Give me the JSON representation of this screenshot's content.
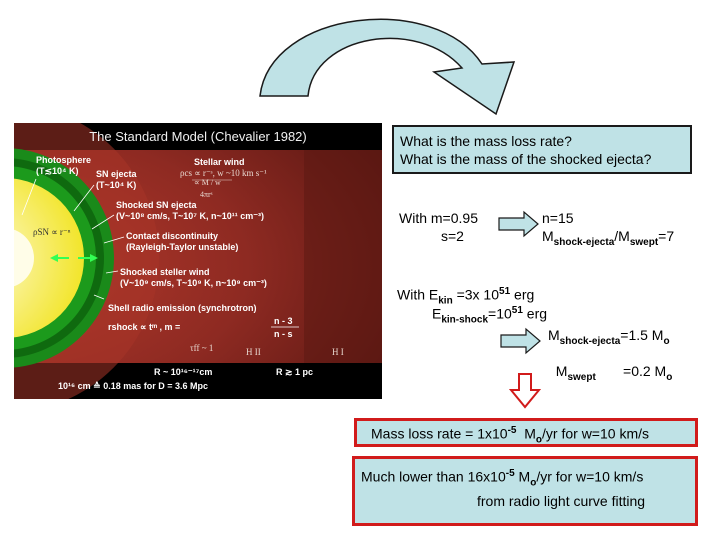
{
  "figure": {
    "title": "The Standard Model  (Chevalier 1982)",
    "photosphere": "Photosphere",
    "photosphere_t": "(T≲10⁴ K)",
    "sn_ejecta": "SN ejecta",
    "sn_ejecta_t": "(T~10⁴ K)",
    "stellar_wind": "Stellar wind",
    "stellar_wind_eq": "ρcs ∝ r⁻ˢ, w ~10 km s⁻¹",
    "stellar_wind_frac_num": "∝  M / w",
    "stellar_wind_frac_den": "4πrˢ",
    "shocked_ejecta": "Shocked SN ejecta",
    "shocked_ejecta_params": "(V~10⁸ cm/s, T~10⁷ K, n~10¹¹ cm⁻³)",
    "contact": "Contact discontinuity",
    "contact_sub": "(Rayleigh-Taylor unstable)",
    "rho_sn": "ρSN ∝ r⁻ⁿ",
    "shocked_wind": "Shocked steller wind",
    "shocked_wind_params": "(V~10⁹ cm/s, T~10⁹ K, n~10⁹ cm⁻³)",
    "shell_radio": "Shell radio emission (synchrotron)",
    "rshock": "rshock ∝ tᵐ ,  m =",
    "frac_num": "n - 3",
    "frac_den": "n - s",
    "tau_ff": "τff ~ 1",
    "hii": "H II",
    "hi": "H I",
    "radius": "R ~ 10¹⁶⁻¹⁷cm",
    "radius_pc": "R ≳ 1 pc",
    "scale": "10¹⁶ cm ≙ 0.18 mas  for D = 3.6 Mpc"
  },
  "questions": {
    "q1": "What is the mass loss rate?",
    "q2": "What is the mass of the shocked ejecta?"
  },
  "params": {
    "with_m": "With m=0.95",
    "s": "s=2",
    "n": "n=15",
    "ratio_a": "M",
    "ratio_a_sub": "shock-ejecta",
    "ratio_slash": "/M",
    "ratio_b_sub": "swept",
    "ratio_val": "=7"
  },
  "energy": {
    "with": "With E",
    "ekin_sub": "kin",
    "ekin_val": "  =3x 10",
    "ekin_exp": "51",
    "ekin_unit": " erg",
    "e2": "E",
    "e2_sub": "kin-shock",
    "e2_val": "=10",
    "e2_exp": "51",
    "e2_unit": " erg"
  },
  "masses": {
    "m1": "M",
    "m1_sub": "shock-ejecta",
    "m1_val": "=1.5 M",
    "m1_unit_sub": "o",
    "m2": "M",
    "m2_sub": "swept",
    "m2_val": "       =0.2 M",
    "m2_unit_sub": "o"
  },
  "result": {
    "prefix": "Mass loss rate = 1x10",
    "exp": "-5",
    "suffix": "  M",
    "unit_sub": "o",
    "rest": "/yr for w=10 km/s"
  },
  "comparison": {
    "prefix": "Much lower than 16x10",
    "exp": "-5",
    "mid": " M",
    "unit_sub": "o",
    "rest": "/yr for w=10 km/s",
    "line2": "from radio light curve fitting"
  },
  "colors": {
    "arrow_fill": "#bfe2e6",
    "box_fill": "#bfe2e6",
    "highlight_border": "#d11b1b",
    "shell_green": "#1a8a1a",
    "ejecta_yellow": "#f2e52a",
    "background_red": "#8e2a22"
  }
}
